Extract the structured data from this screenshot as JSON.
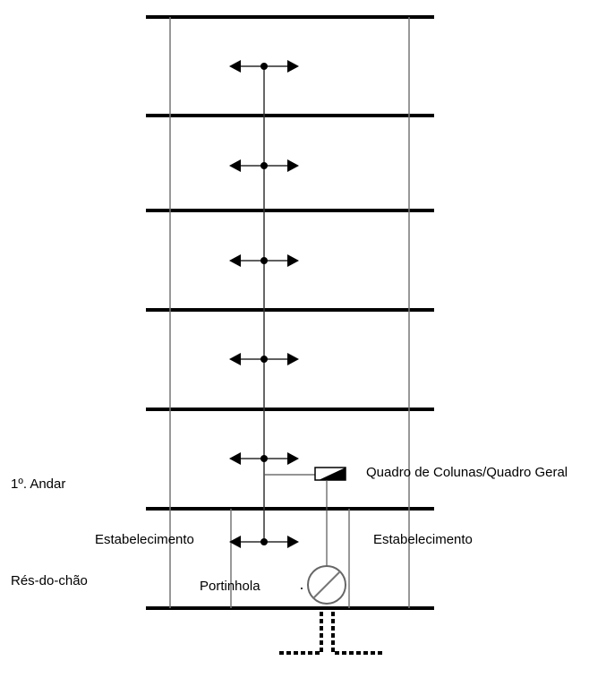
{
  "labels": {
    "first_floor": "1º. Andar",
    "ground_floor": "Rés-do-chão",
    "establishment_left": "Estabelecimento",
    "establishment_right": "Estabelecimento",
    "portinhola": "Portinhola",
    "quadro": "Quadro de Colunas/Quadro Geral"
  },
  "colors": {
    "line": "#000000",
    "thin_line": "#666666",
    "background": "#ffffff"
  }
}
